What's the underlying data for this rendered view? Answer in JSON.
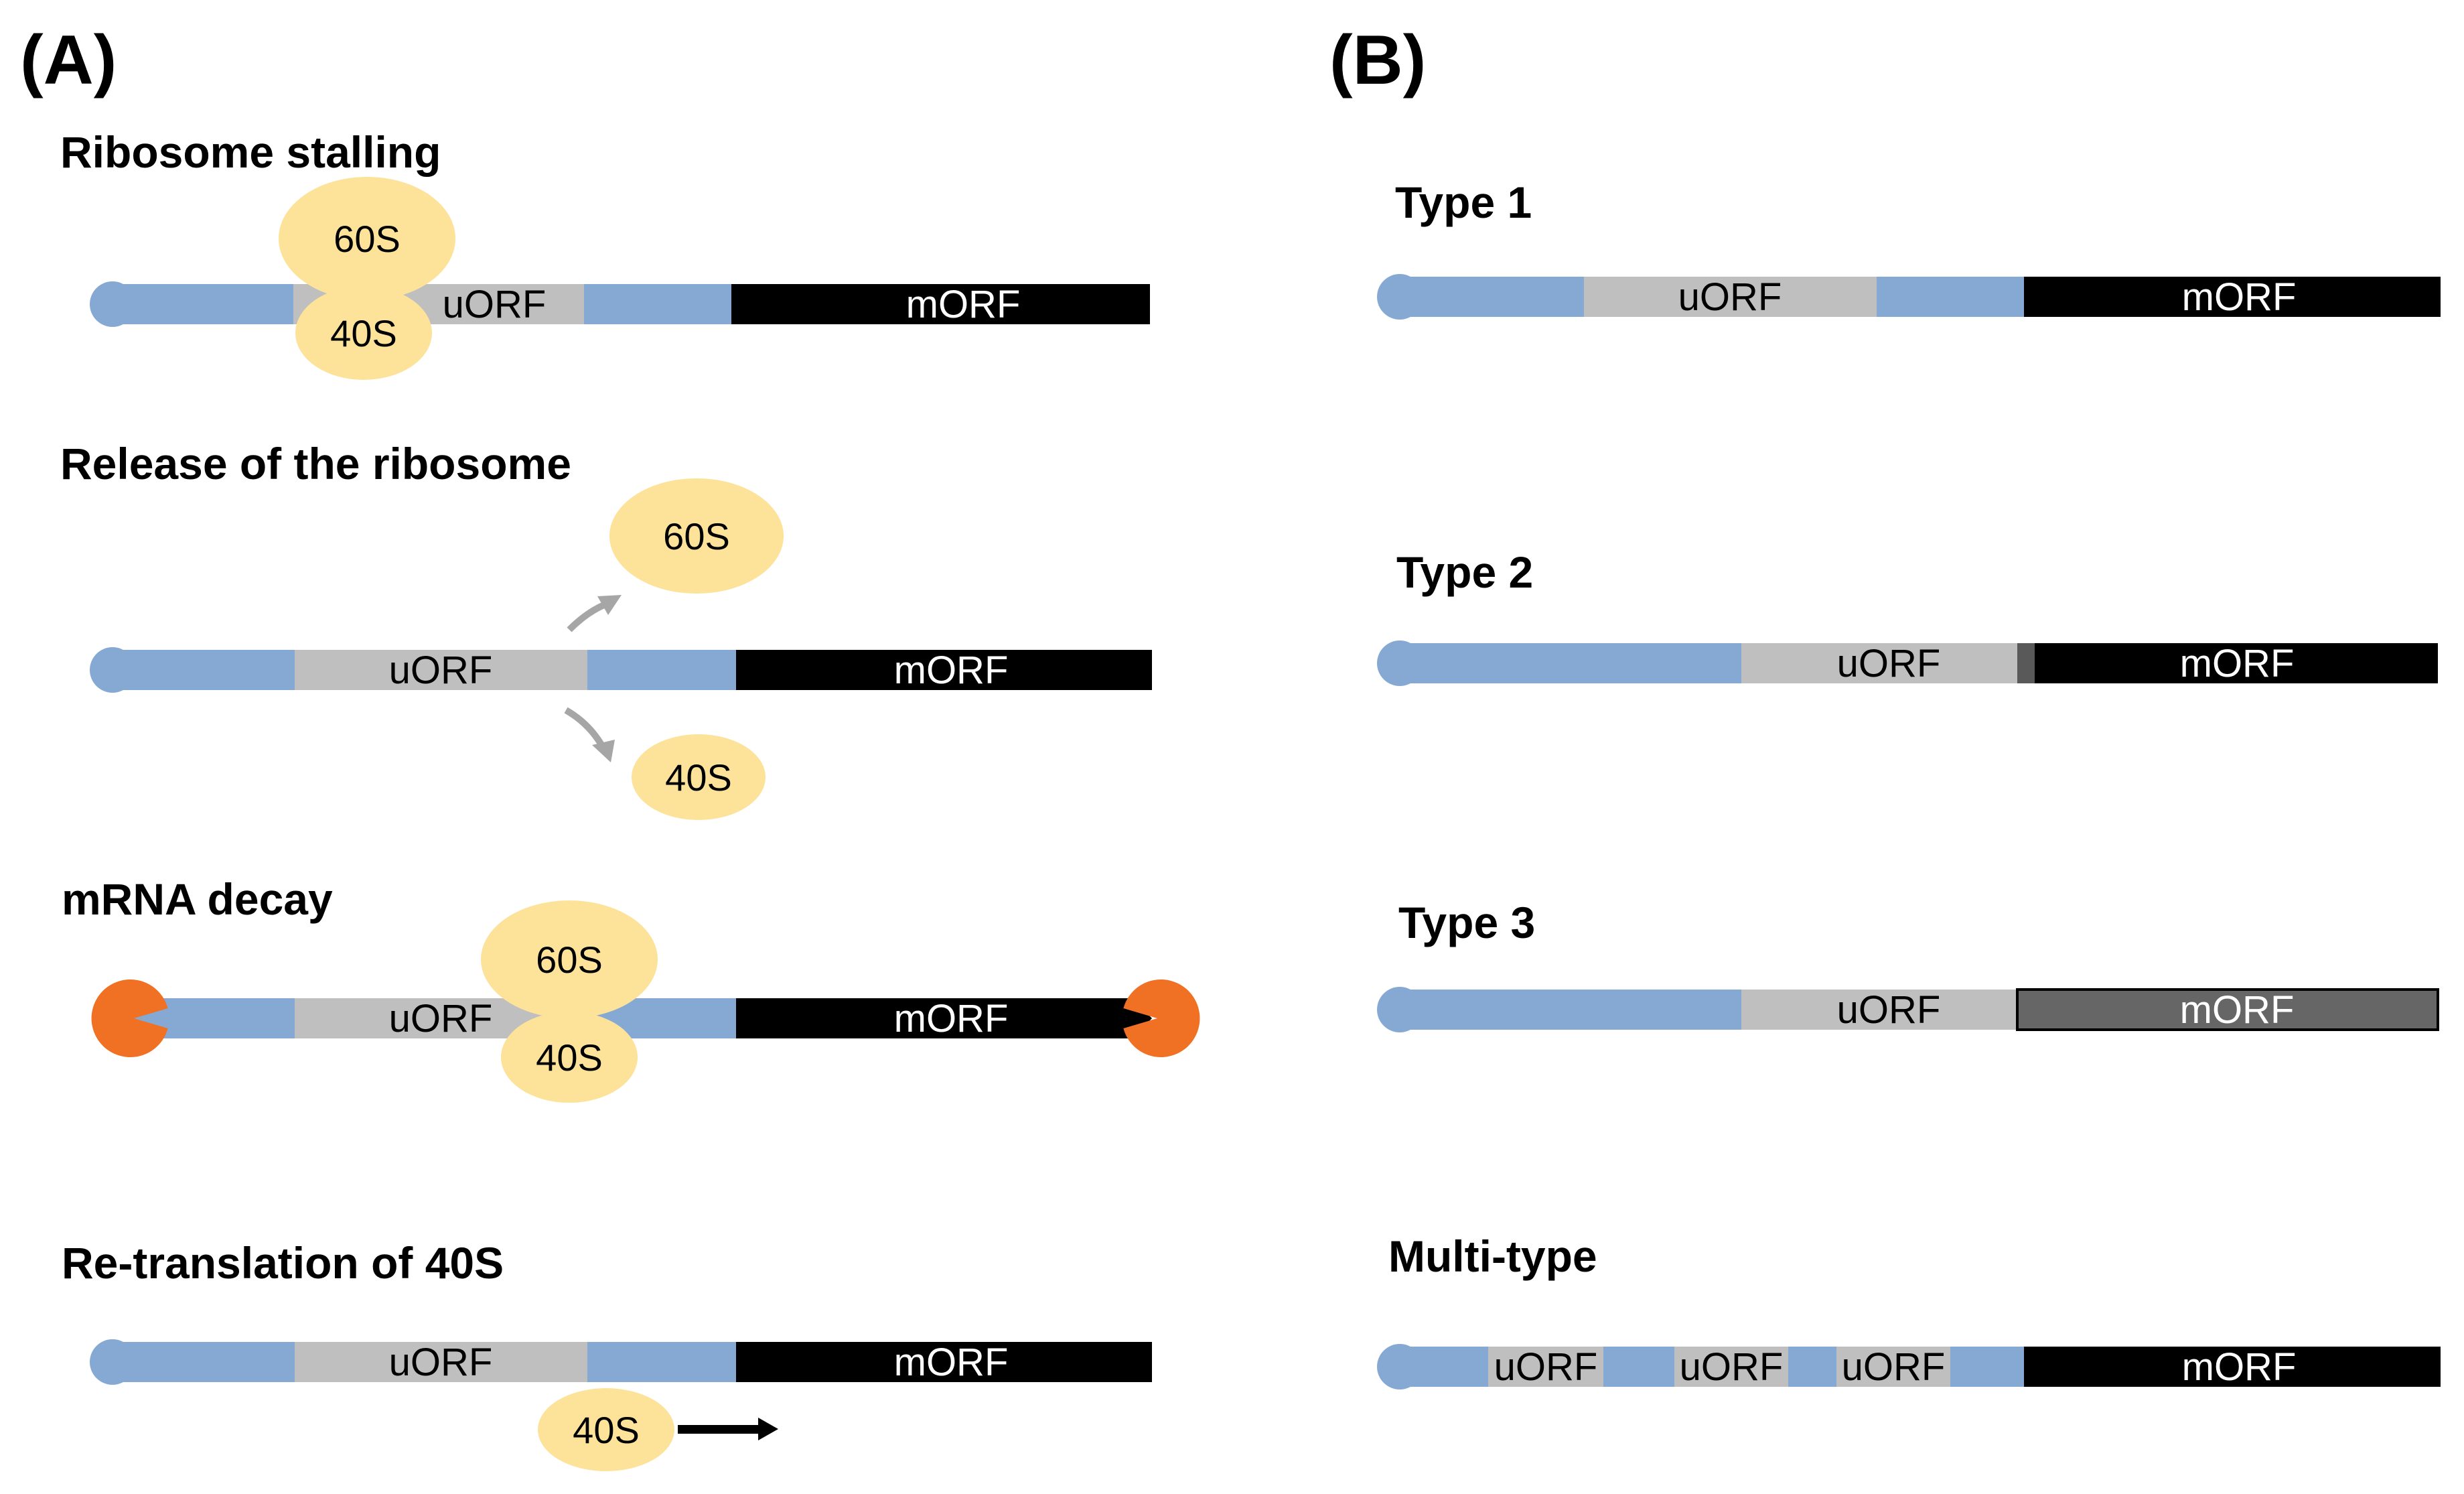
{
  "panels": {
    "a": {
      "label": "(A)"
    },
    "b": {
      "label": "(B)"
    }
  },
  "colors": {
    "utr_blue": "#86a9d3",
    "uorf_gray": "#bfbfbf",
    "morf_black": "#000000",
    "morf_dark_gray": "#666666",
    "ribosome_yellow": "#fde29a",
    "exonuclease_orange": "#f07024",
    "arrow_gray": "#a6a6a6"
  },
  "panel_a": {
    "sections": [
      {
        "title": "Ribosome stalling",
        "uorf": "uORF",
        "morf": "mORF",
        "ribosome_large": "60S",
        "ribosome_small": "40S"
      },
      {
        "title": "Release of the ribosome",
        "uorf": "uORF",
        "morf": "mORF",
        "ribosome_large": "60S",
        "ribosome_small": "40S"
      },
      {
        "title": "mRNA decay",
        "uorf": "uORF",
        "morf": "mORF",
        "ribosome_large": "60S",
        "ribosome_small": "40S"
      },
      {
        "title": "Re-translation of 40S",
        "uorf": "uORF",
        "morf": "mORF",
        "ribosome_small": "40S"
      }
    ]
  },
  "panel_b": {
    "types": [
      {
        "title": "Type 1",
        "uorf": "uORF",
        "morf": "mORF"
      },
      {
        "title": "Type 2",
        "uorf": "uORF",
        "morf": "mORF"
      },
      {
        "title": "Type 3",
        "uorf": "uORF",
        "morf": "mORF"
      },
      {
        "title": "Multi-type",
        "uorfs": [
          "uORF",
          "uORF",
          "uORF"
        ],
        "morf": "mORF"
      }
    ]
  }
}
